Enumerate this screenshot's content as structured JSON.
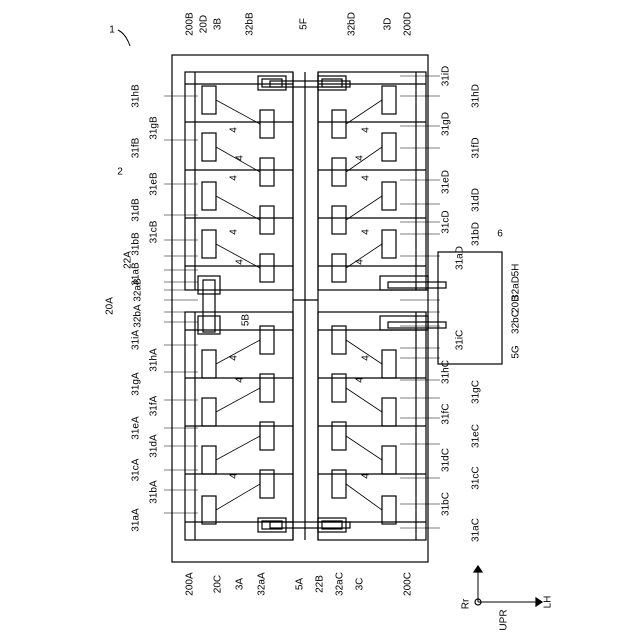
{
  "figure_number": "1",
  "title_ref": "2",
  "ref_6": "6",
  "top_labels": [
    "200B",
    "20D",
    "3B",
    "32bB",
    "5F",
    "32bD",
    "3D",
    "200D"
  ],
  "bottom_labels": [
    "200A",
    "20C",
    "3A",
    "32aA",
    "5A",
    "22B",
    "32aC",
    "3C",
    "200C"
  ],
  "left_labels": [
    "31hB",
    "31gB",
    "31fB",
    "31eB",
    "31dB",
    "31cB",
    "31bB",
    "22A",
    "31aB",
    "32aB",
    "20A",
    "32bA",
    "31iA",
    "31hA",
    "31gA",
    "31fA",
    "31eA",
    "31dA",
    "31cA",
    "31bA",
    "31aA"
  ],
  "right_labels": [
    "31iD",
    "31hD",
    "31gD",
    "31fD",
    "31eD",
    "31dD",
    "31cD",
    "31bD",
    "31aD",
    "5H",
    "32aD",
    "20B",
    "32bC",
    "31iC",
    "5G",
    "31hC",
    "31gC",
    "31fC",
    "31eC",
    "31dC",
    "31cC",
    "31bC",
    "31aC"
  ],
  "inner_labels": [
    "4",
    "4",
    "4",
    "4",
    "4",
    "4",
    "4",
    "4",
    "4",
    "4",
    "4",
    "4",
    "4",
    "4",
    "4",
    "4",
    "5B"
  ],
  "axes": {
    "lh": "LH",
    "rr": "Rr",
    "upr": "UPR"
  }
}
